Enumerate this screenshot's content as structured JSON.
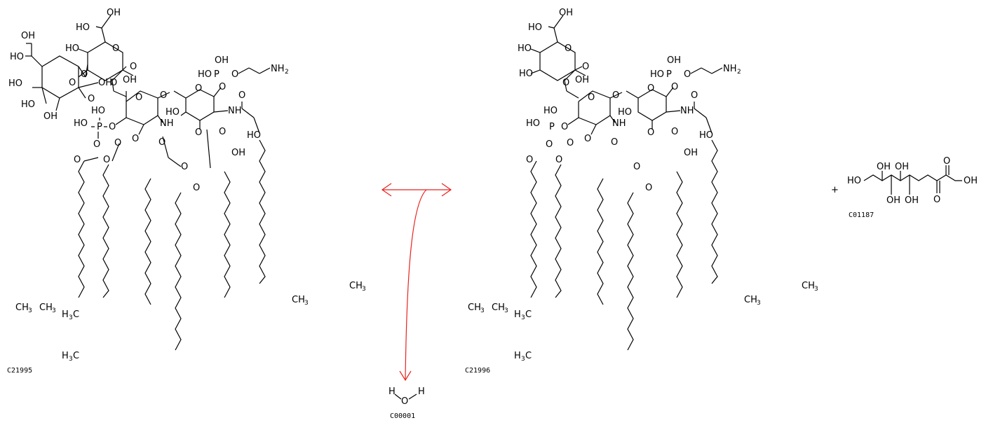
{
  "reaction": {
    "reactant_main": {
      "id": "C21995"
    },
    "product_main": {
      "id": "C21996"
    },
    "product_side": {
      "id": "C01187",
      "plus": "+"
    },
    "cofactor": {
      "id": "C00001",
      "label_h1": "H",
      "label_o": "O",
      "label_h2": "H"
    },
    "arrow_color": "#e8231f"
  },
  "atoms": {
    "OH": "OH",
    "HO": "HO",
    "O": "O",
    "P": "P",
    "NH": "NH",
    "N": "N",
    "H": "H",
    "NH2": "NH",
    "two": "2",
    "CH3": "CH",
    "H3C": "H",
    "three": "3",
    "C": "C"
  }
}
